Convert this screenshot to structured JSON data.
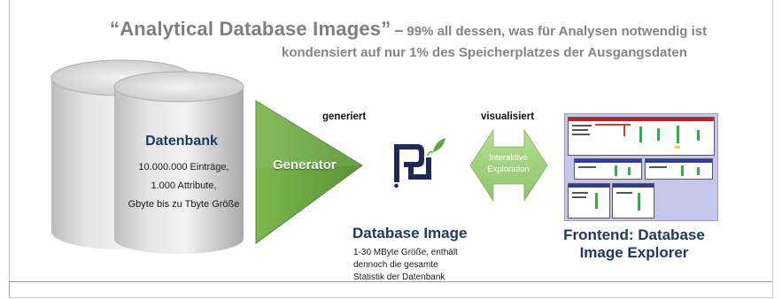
{
  "header": {
    "title_quoted": "“Analytical Database Images”",
    "title_dash": "–",
    "title_rest": "99% all dessen, was für Analysen notwendig ist",
    "subtitle": "kondensiert auf nur 1% des Speicherplatzes der Ausgangsdaten"
  },
  "database": {
    "title": "Datenbank",
    "lines": [
      "10.000.000 Einträge,",
      "1.000 Attribute,",
      "Gbyte bis zu Tbyte Größe"
    ]
  },
  "generator": {
    "label": "Generator",
    "edge_label": "generiert"
  },
  "database_image": {
    "title": "Database Image",
    "description": [
      "1-30 MByte Größe, enthält",
      "dennoch die gesamte",
      "Statistik der Datenbank"
    ]
  },
  "arrow": {
    "edge_label": "visualisiert",
    "lines": [
      "Interaktive",
      "Exploration"
    ]
  },
  "frontend": {
    "title_line1": "Frontend: Database",
    "title_line2": "Image Explorer"
  },
  "colors": {
    "cylinder_fill": "#d6d6d6",
    "generator_green": "#6aa341",
    "arrow_green": "#9fd07a",
    "heading_blue": "#1f3864",
    "logo_blue": "#1d2a57",
    "logo_leaf": "#58a832"
  }
}
